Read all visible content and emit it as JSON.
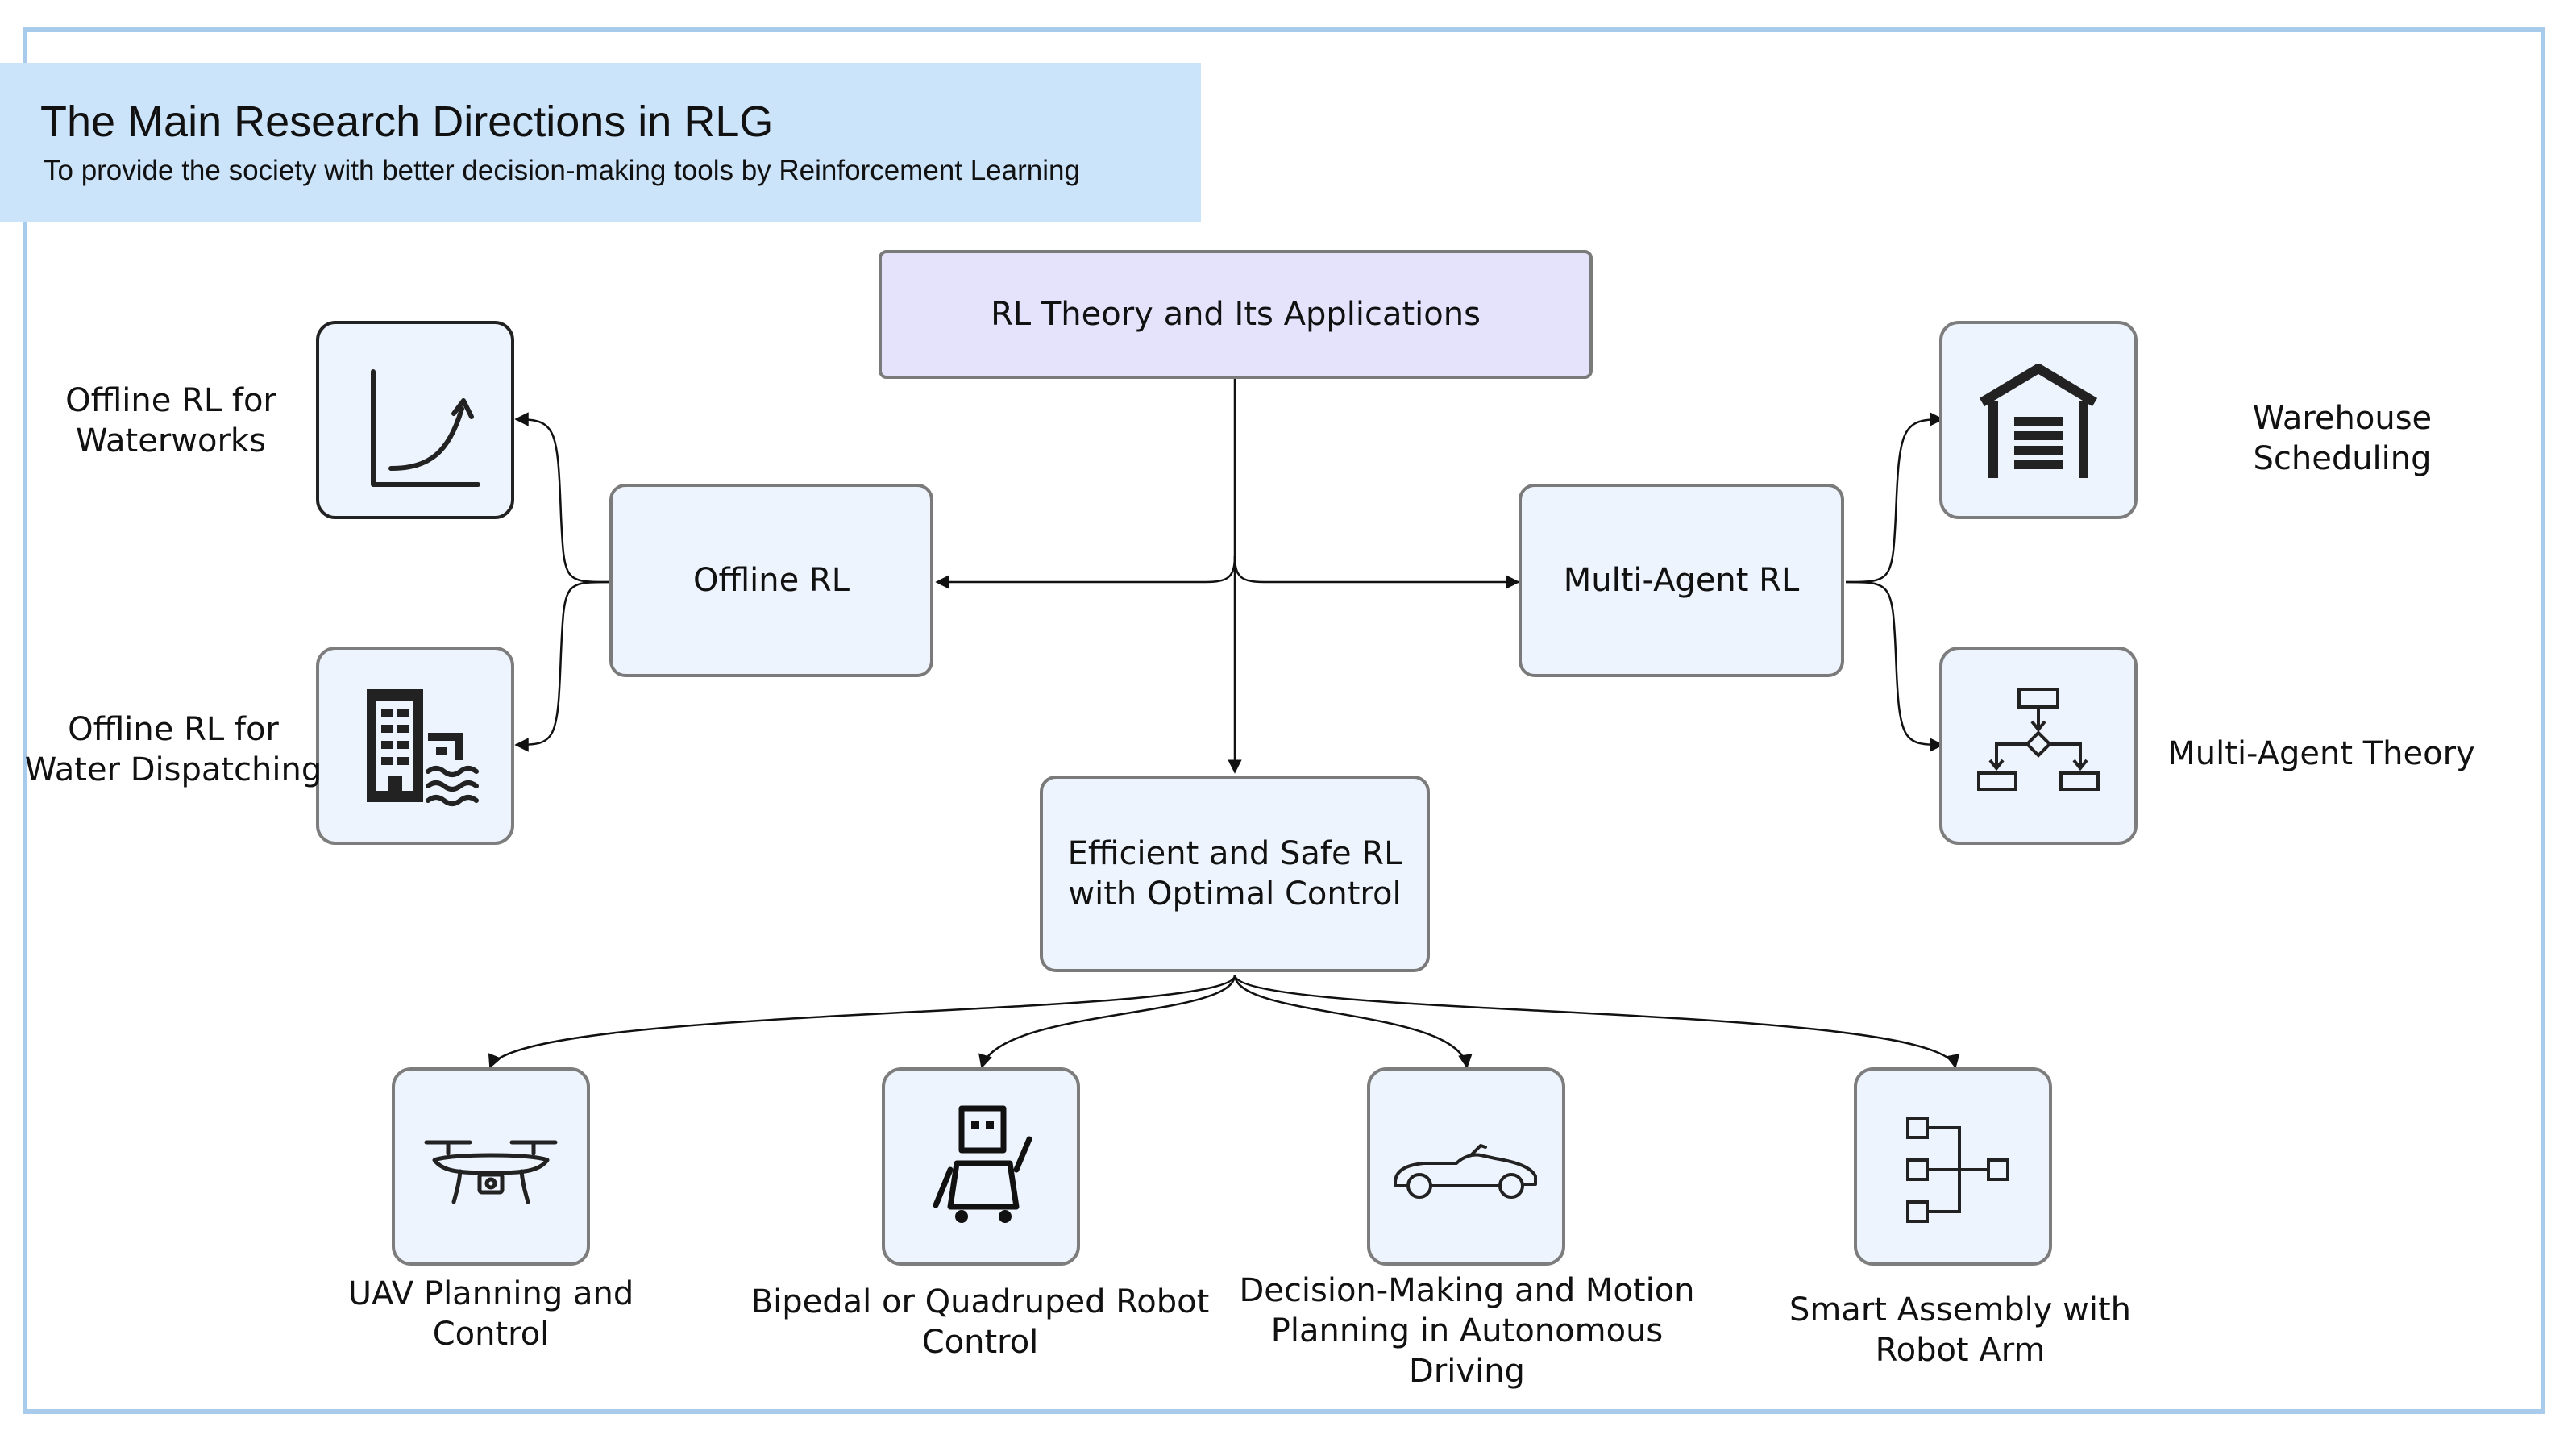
{
  "header": {
    "title": "The Main Research Directions in RLG",
    "subtitle": "To provide the society with better decision-making tools by Reinforcement Learning"
  },
  "nodes": {
    "root": "RL Theory and Its Applications",
    "offline": "Offline RL",
    "multi_agent": "Multi-Agent RL",
    "efficient": "Efficient and Safe RL with Optimal Control"
  },
  "leaves": {
    "waterworks": "Offline RL for Waterworks",
    "water_dispatching": "Offline RL for Water Dispatching",
    "warehouse": "Warehouse Scheduling",
    "ma_theory": "Multi-Agent Theory",
    "uav": "UAV Planning and Control",
    "robot": "Bipedal or Quadruped Robot Control",
    "driving": "Decision-Making and Motion Planning in Autonomous Driving",
    "assembly": "Smart Assembly with Robot Arm"
  },
  "icons": {
    "waterworks": "growth-chart-icon",
    "water_dispatching": "building-water-icon",
    "warehouse": "warehouse-icon",
    "ma_theory": "flowchart-icon",
    "uav": "drone-icon",
    "robot": "robot-icon",
    "driving": "convertible-car-icon",
    "assembly": "hierarchy-icon"
  },
  "colors": {
    "frame": "#a9cbeb",
    "banner": "#cce4fa",
    "root_fill": "#e4e3fb",
    "node_fill": "#eef4fd"
  }
}
